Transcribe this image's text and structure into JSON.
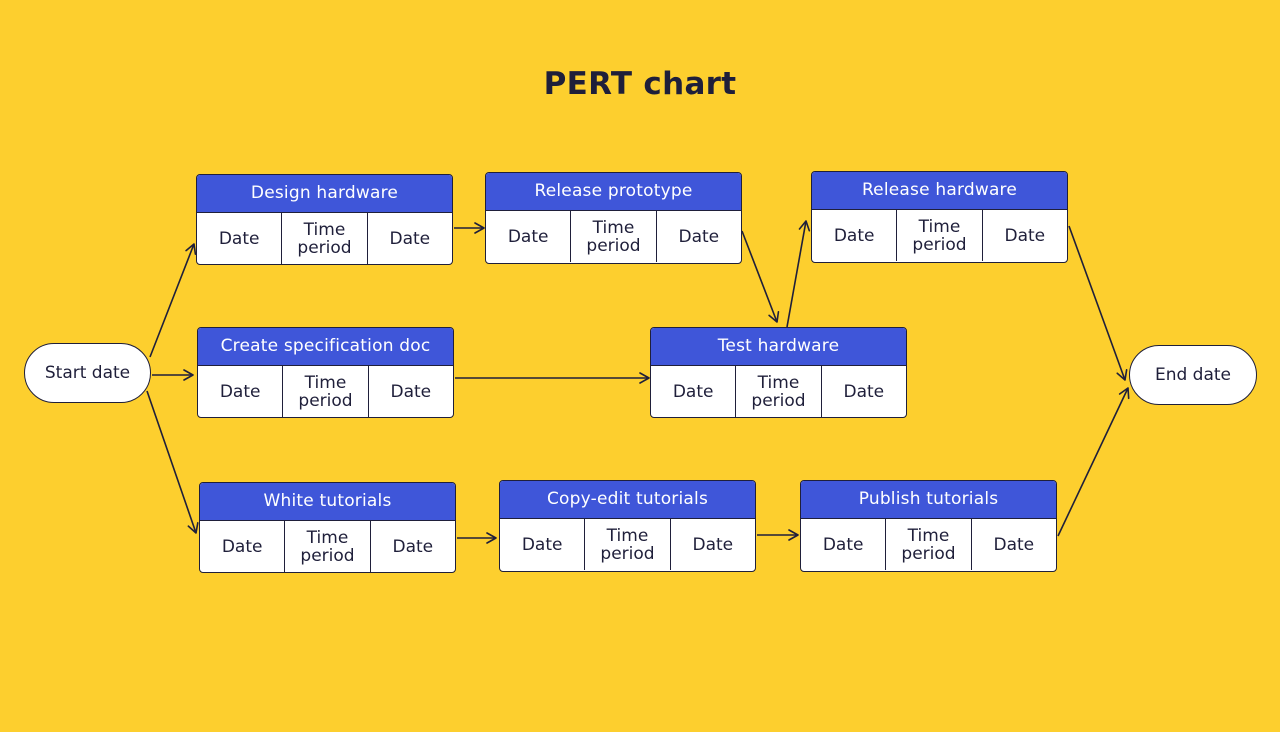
{
  "title": "PERT chart",
  "colors": {
    "background": "#FDCF2E",
    "header": "#3F56D9",
    "ink": "#1F1F3A",
    "box": "#FFFFFF"
  },
  "start": {
    "label": "Start date"
  },
  "end": {
    "label": "End date"
  },
  "tasks": [
    {
      "id": "design-hardware",
      "title": "Design hardware",
      "cells": [
        "Date",
        "Time\nperiod",
        "Date"
      ]
    },
    {
      "id": "release-prototype",
      "title": "Release prototype",
      "cells": [
        "Date",
        "Time\nperiod",
        "Date"
      ]
    },
    {
      "id": "release-hardware",
      "title": "Release hardware",
      "cells": [
        "Date",
        "Time\nperiod",
        "Date"
      ]
    },
    {
      "id": "create-specification-doc",
      "title": "Create specification doc",
      "cells": [
        "Date",
        "Time\nperiod",
        "Date"
      ]
    },
    {
      "id": "test-hardware",
      "title": "Test hardware",
      "cells": [
        "Date",
        "Time\nperiod",
        "Date"
      ]
    },
    {
      "id": "white-tutorials",
      "title": "White tutorials",
      "cells": [
        "Date",
        "Time\nperiod",
        "Date"
      ]
    },
    {
      "id": "copy-edit-tutorials",
      "title": "Copy-edit tutorials",
      "cells": [
        "Date",
        "Time\nperiod",
        "Date"
      ]
    },
    {
      "id": "publish-tutorials",
      "title": "Publish tutorials",
      "cells": [
        "Date",
        "Time\nperiod",
        "Date"
      ]
    }
  ],
  "edges": [
    [
      "start",
      "design-hardware"
    ],
    [
      "start",
      "create-specification-doc"
    ],
    [
      "start",
      "white-tutorials"
    ],
    [
      "design-hardware",
      "release-prototype"
    ],
    [
      "release-prototype",
      "test-hardware"
    ],
    [
      "create-specification-doc",
      "test-hardware"
    ],
    [
      "test-hardware",
      "release-hardware"
    ],
    [
      "release-hardware",
      "end"
    ],
    [
      "white-tutorials",
      "copy-edit-tutorials"
    ],
    [
      "copy-edit-tutorials",
      "publish-tutorials"
    ],
    [
      "publish-tutorials",
      "end"
    ]
  ]
}
